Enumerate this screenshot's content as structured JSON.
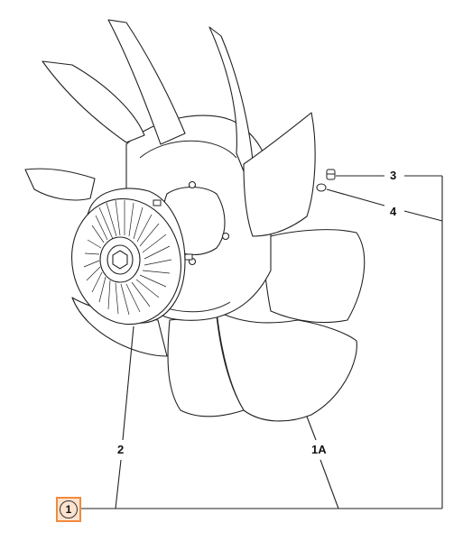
{
  "diagram": {
    "callouts": {
      "item_1": "1",
      "item_1a": "1A",
      "item_2": "2",
      "item_3": "3",
      "item_4": "4"
    },
    "selected_callout": "1",
    "colors": {
      "line": "#222222",
      "highlight_border": "#f28a3c",
      "highlight_fill": "#fde3cf"
    }
  }
}
